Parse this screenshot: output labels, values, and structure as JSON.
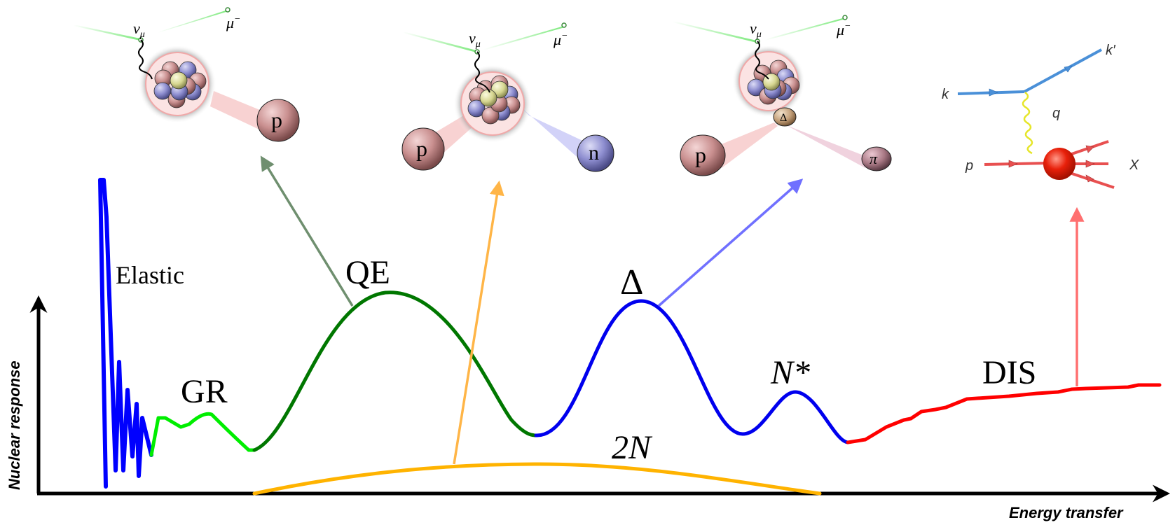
{
  "diagram": {
    "axes": {
      "x_label": "Energy transfer",
      "y_label": "Nuclear response"
    },
    "regions": [
      {
        "key": "elastic",
        "label": "Elastic",
        "color": "#0000ff"
      },
      {
        "key": "gr",
        "label": "GR",
        "color": "#00ee00"
      },
      {
        "key": "qe",
        "label": "QE",
        "color": "#007700"
      },
      {
        "key": "delta",
        "label": "Δ",
        "color": "#0000ee"
      },
      {
        "key": "nstar",
        "label": "N*",
        "color": "#0000ee"
      },
      {
        "key": "twon",
        "label": "2N",
        "color": "#ffb300"
      },
      {
        "key": "dis",
        "label": "DIS",
        "color": "#ff0000"
      }
    ],
    "insets": {
      "qe": {
        "incoming": "ν",
        "incoming_sub": "μ",
        "outgoing": "μ",
        "outgoing_sup": "−",
        "ejected": [
          "p"
        ],
        "arrow_color": "#6f8f6f"
      },
      "twon": {
        "incoming": "ν",
        "incoming_sub": "μ",
        "outgoing": "μ",
        "outgoing_sup": "−",
        "ejected": [
          "p",
          "n"
        ],
        "arrow_color": "#ffb547"
      },
      "delta": {
        "incoming": "ν",
        "incoming_sub": "μ",
        "outgoing": "μ",
        "outgoing_sup": "−",
        "resonance": "Δ",
        "ejected": [
          "p",
          "π"
        ],
        "arrow_color": "#7070ff"
      },
      "dis": {
        "lepton_in": "k",
        "lepton_out": "k′",
        "boson": "q",
        "hadron_in": "p",
        "hadron_out": "X",
        "arrow_color": "#ff7070"
      }
    }
  }
}
